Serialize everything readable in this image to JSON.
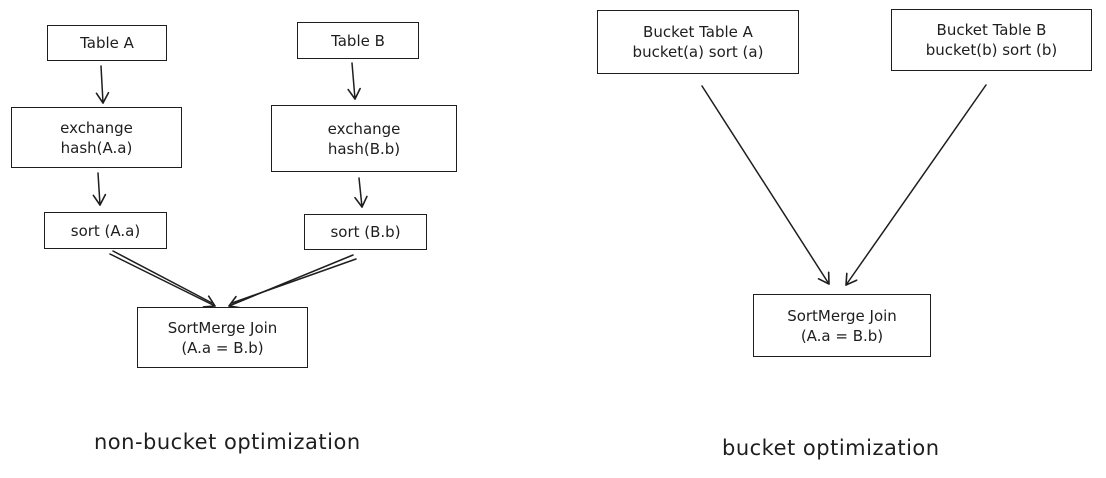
{
  "left": {
    "table_a": "Table A",
    "table_b": "Table B",
    "exchange_a": {
      "line1": "exchange",
      "line2": "hash(A.a)"
    },
    "exchange_b": {
      "line1": "exchange",
      "line2": "hash(B.b)"
    },
    "sort_a": "sort (A.a)",
    "sort_b": "sort (B.b)",
    "join": {
      "line1": "SortMerge Join",
      "line2": "(A.a = B.b)"
    },
    "caption": "non-bucket optimization"
  },
  "right": {
    "bucket_a": {
      "line1": "Bucket Table A",
      "line2": "bucket(a) sort (a)"
    },
    "bucket_b": {
      "line1": "Bucket Table B",
      "line2": "bucket(b) sort (b)"
    },
    "join": {
      "line1": "SortMerge Join",
      "line2": "(A.a = B.b)"
    },
    "caption": "bucket optimization"
  },
  "colors": {
    "stroke": "#1e1e1e",
    "background": "#ffffff"
  }
}
